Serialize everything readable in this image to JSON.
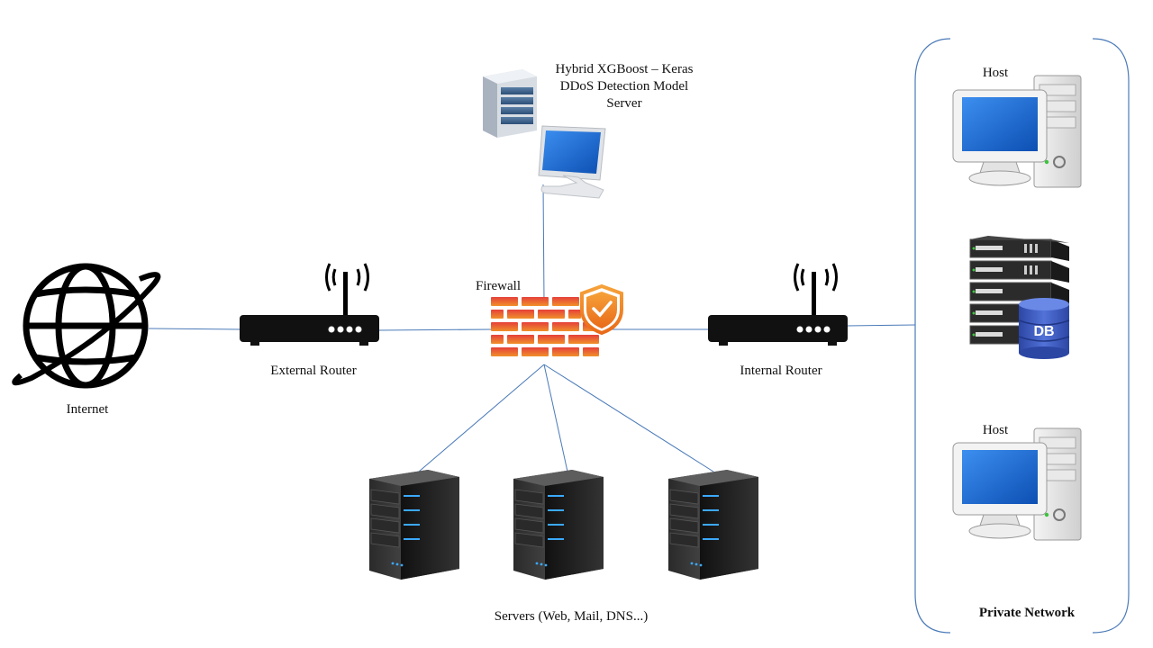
{
  "labels": {
    "internet": "Internet",
    "external_router": "External Router",
    "firewall": "Firewall",
    "internal_router": "Internal Router",
    "servers": "Servers (Web, Mail, DNS...)",
    "private_network": "Private Network",
    "host_top": "Host",
    "host_bottom": "Host",
    "db": "DB",
    "ids_server": [
      "Hybrid XGBoost – Keras",
      "DDoS Detection Model",
      "Server"
    ]
  },
  "colors": {
    "link_line": "#4a7ab8",
    "firewall_brick": "#e8602a",
    "firewall_shield": "#f07f1e",
    "router_body": "#111111",
    "monitor_screen": "#1f6fd6",
    "db_cylinder": "#3a55b8",
    "private_border": "#4a7ab8"
  },
  "icons": {
    "internet": "globe-icon",
    "external_router": "wifi-router-icon",
    "firewall": "firewall-shield-icon",
    "internal_router": "wifi-router-icon",
    "ids_server": "server-with-monitor-icon",
    "servers": "rack-server-icon",
    "host": "desktop-computer-icon",
    "db": "database-server-icon"
  }
}
